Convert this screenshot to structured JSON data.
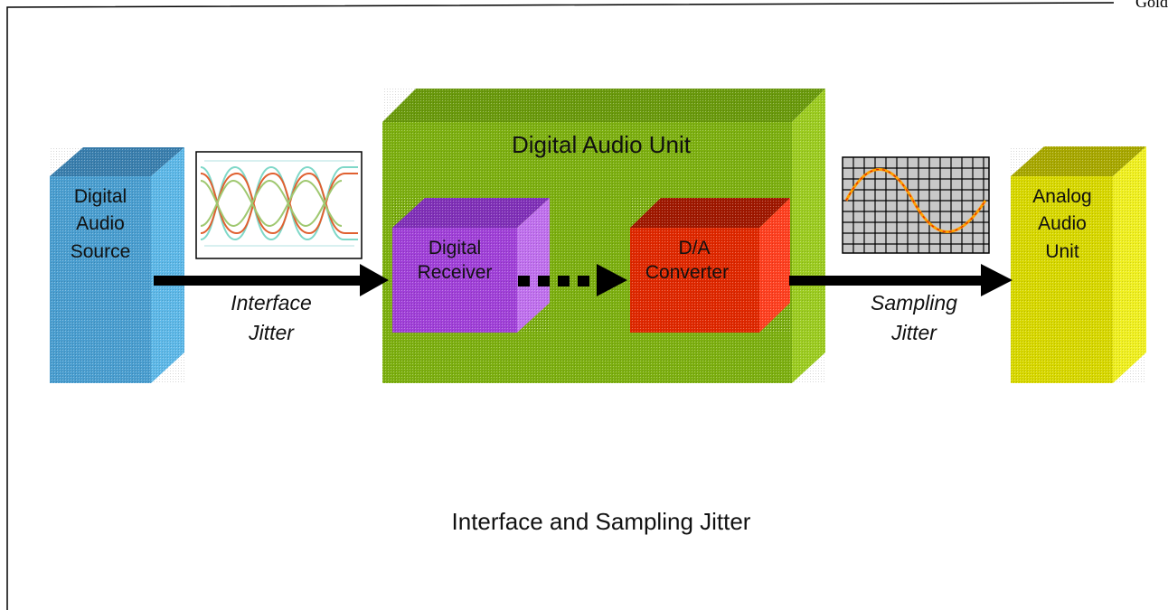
{
  "corner_text": "Gold",
  "blocks": {
    "source": {
      "lines": [
        "Digital",
        "Audio",
        "Source"
      ]
    },
    "unit": {
      "title": "Digital Audio Unit"
    },
    "receiver": {
      "lines": [
        "Digital",
        "Receiver"
      ]
    },
    "converter": {
      "lines": [
        "D/A",
        "Converter"
      ]
    },
    "analog": {
      "lines": [
        "Analog",
        "Audio",
        "Unit"
      ]
    }
  },
  "labels": {
    "interface_jitter": [
      "Interface",
      "Jitter"
    ],
    "sampling_jitter": [
      "Sampling",
      "Jitter"
    ]
  },
  "caption": "Interface and Sampling Jitter",
  "colors": {
    "source": "#4a9ed0",
    "unit": "#7db010",
    "receiver": "#a040d8",
    "converter": "#e02800",
    "analog": "#d8d800"
  }
}
